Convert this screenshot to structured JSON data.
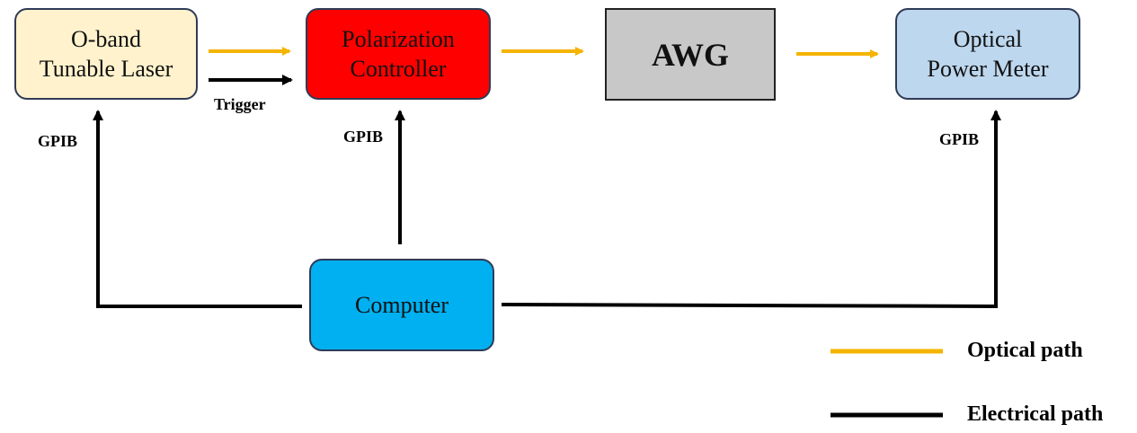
{
  "blocks": {
    "laser": {
      "line1": "O-band",
      "line2": "Tunable Laser"
    },
    "polarization": {
      "line1": "Polarization",
      "line2": "Controller"
    },
    "awg": {
      "label": "AWG"
    },
    "meter": {
      "line1": "Optical",
      "line2": "Power Meter"
    },
    "computer": {
      "label": "Computer"
    }
  },
  "connections": {
    "trigger_label": "Trigger",
    "gpib_laser": "GPIB",
    "gpib_polarization": "GPIB",
    "gpib_meter": "GPIB"
  },
  "legend": {
    "optical_label": "Optical path",
    "electrical_label": "Electrical path"
  },
  "colors": {
    "optical": "#f4b400",
    "electrical": "#000000",
    "laser_fill": "#fff2cc",
    "polarization_fill": "#ff0000",
    "awg_fill": "#c8c8c8",
    "meter_fill": "#bdd7ee",
    "computer_fill": "#00b0f0"
  }
}
